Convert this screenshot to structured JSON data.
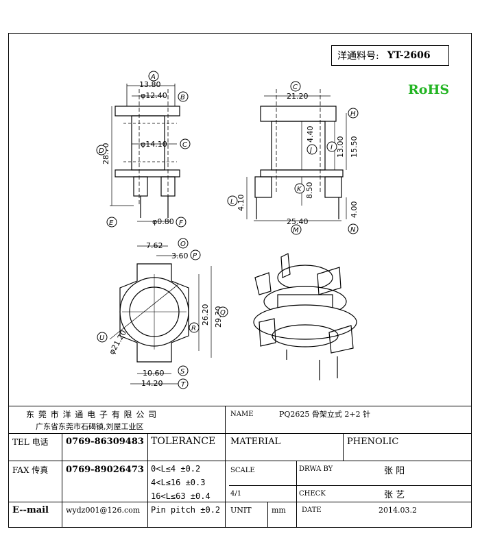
{
  "part_number": {
    "label": "洋通料号:",
    "value": "YT-2606"
  },
  "rohs": "RoHS",
  "dims": {
    "a": "13.80",
    "b": "φ12.40",
    "c": "φ14.10",
    "d": "28.70",
    "f": "φ0.80",
    "c2": "21.20",
    "h": "15.50",
    "i": "13.00",
    "j": "4.40",
    "k": "8.50",
    "l": "4.10",
    "m": "25.40",
    "n": "4.00",
    "o": "7.62",
    "p": "3.60",
    "q": "29.30",
    "r": "26.20",
    "u": "φ21.20",
    "s": "10.60",
    "t": "14.20"
  },
  "letters": [
    "A",
    "B",
    "C",
    "D",
    "E",
    "F",
    "C",
    "H",
    "I",
    "J",
    "K",
    "L",
    "M",
    "N",
    "O",
    "P",
    "Q",
    "R",
    "S",
    "T",
    "U"
  ],
  "title_block": {
    "company": "东 莞 市 洋 通 电 子 有 限 公 司",
    "address": "广东省东莞市石碣镇,刘屋工业区",
    "name_label": "NAME",
    "name_value": "PQ2625 骨架立式 2+2 针",
    "tel_label": "TEL 电话",
    "tel_value": "0769-86309483",
    "tolerance_label": "TOLERANCE",
    "material_label": "MATERIAL",
    "material_value": "PHENOLIC",
    "fax_label": "FAX 传真",
    "fax_value": "0769-89026473",
    "tol_1": "0<L≤4   ±0.2",
    "tol_2": "4<L≤16  ±0.3",
    "tol_3": "16<L≤63 ±0.4",
    "tol_4": "Pin pitch ±0.2",
    "scale_label": "SCALE",
    "scale_value": "4/1",
    "drawn_label": "DRWA BY",
    "drawn_value": "张 阳",
    "check_label": "CHECK",
    "check_value": "张 艺",
    "email_label": "E--mail",
    "email_value": "wydz001@126.com",
    "unit_label": "UNIT",
    "unit_value": "mm",
    "date_label": "DATE",
    "date_value": "2014.03.2"
  }
}
